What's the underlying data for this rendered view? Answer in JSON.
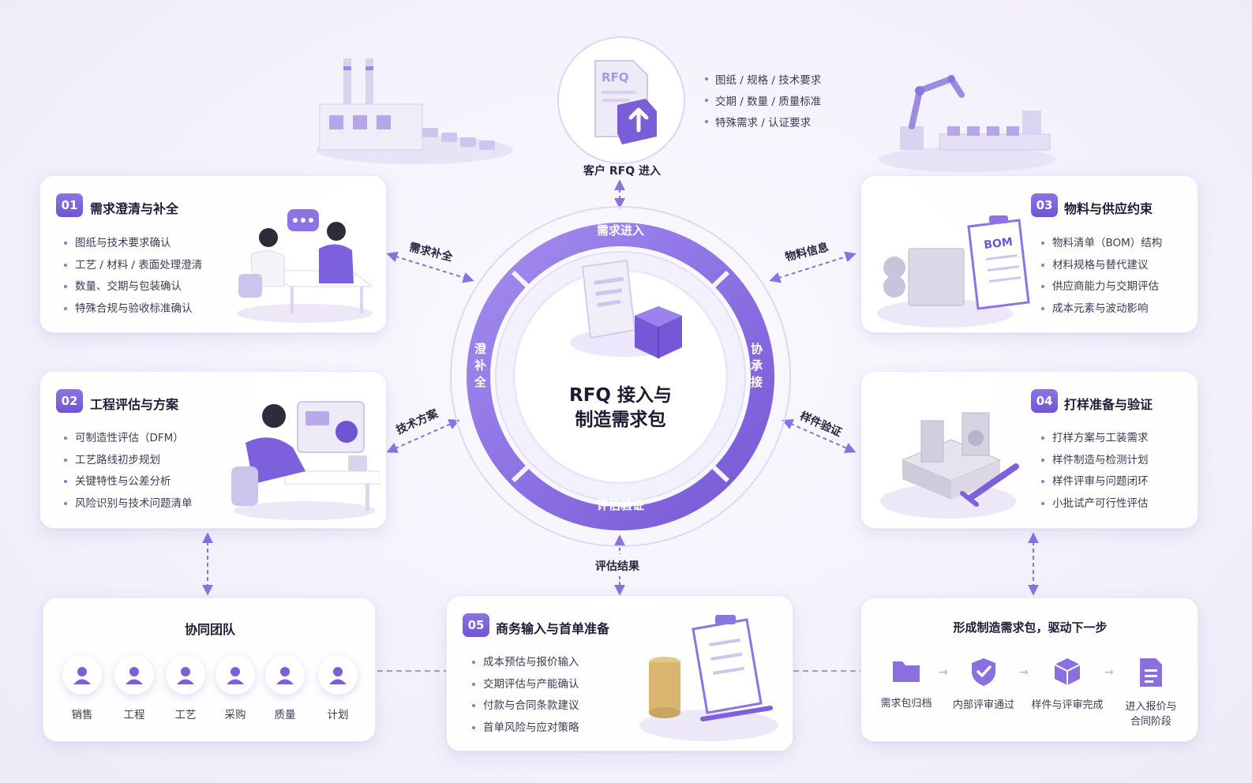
{
  "top": {
    "rfq_icon_text": "RFQ",
    "customer_label": "客户 RFQ 进入",
    "bullets": [
      "图纸 / 规格 / 技术要求",
      "交期 / 数量 / 质量标准",
      "特殊需求 / 认证要求"
    ]
  },
  "center": {
    "title_line1": "RFQ 接入与",
    "title_line2": "制造需求包",
    "ring_top": "需求进入",
    "ring_bottom": "评估验证",
    "ring_left": "澄补全",
    "ring_right": "协承接"
  },
  "flows": {
    "left_top": "需求补全",
    "right_top": "物料信息",
    "left_bottom": "技术方案",
    "right_bottom": "样件验证",
    "bottom": "评估结果"
  },
  "cards": {
    "c01": {
      "num": "01",
      "title": "需求澄清与补全",
      "items": [
        "图纸与技术要求确认",
        "工艺 / 材料 / 表面处理澄清",
        "数量、交期与包装确认",
        "特殊合规与验收标准确认"
      ]
    },
    "c02": {
      "num": "02",
      "title": "工程评估与方案",
      "items": [
        "可制造性评估（DFM）",
        "工艺路线初步规划",
        "关键特性与公差分析",
        "风险识别与技术问题清单"
      ]
    },
    "c03": {
      "num": "03",
      "title": "物料与供应约束",
      "items": [
        "物料清单（BOM）结构",
        "材料规格与替代建议",
        "供应商能力与交期评估",
        "成本元素与波动影响"
      ]
    },
    "c04": {
      "num": "04",
      "title": "打样准备与验证",
      "items": [
        "打样方案与工装需求",
        "样件制造与检测计划",
        "样件评审与问题闭环",
        "小批试产可行性评估"
      ]
    },
    "c05": {
      "num": "05",
      "title": "商务输入与首单准备",
      "items": [
        "成本预估与报价输入",
        "交期评估与产能确认",
        "付款与合同条款建议",
        "首单风险与应对策略"
      ]
    }
  },
  "bom_label": "BOM",
  "team": {
    "title": "协同团队",
    "members": [
      "销售",
      "工程",
      "工艺",
      "采购",
      "质量",
      "计划"
    ]
  },
  "next": {
    "title": "形成制造需求包，驱动下一步",
    "steps": [
      {
        "icon": "folder-icon",
        "line1": "需求包归档",
        "line2": ""
      },
      {
        "icon": "shield-check-icon",
        "line1": "内部评审通过",
        "line2": ""
      },
      {
        "icon": "package-icon",
        "line1": "样件与评审完成",
        "line2": ""
      },
      {
        "icon": "document-icon",
        "line1": "进入报价与",
        "line2": "合同阶段"
      }
    ]
  },
  "colors": {
    "accent": "#7b5fd9",
    "accent_light": "#a793ee",
    "text": "#211b37"
  }
}
